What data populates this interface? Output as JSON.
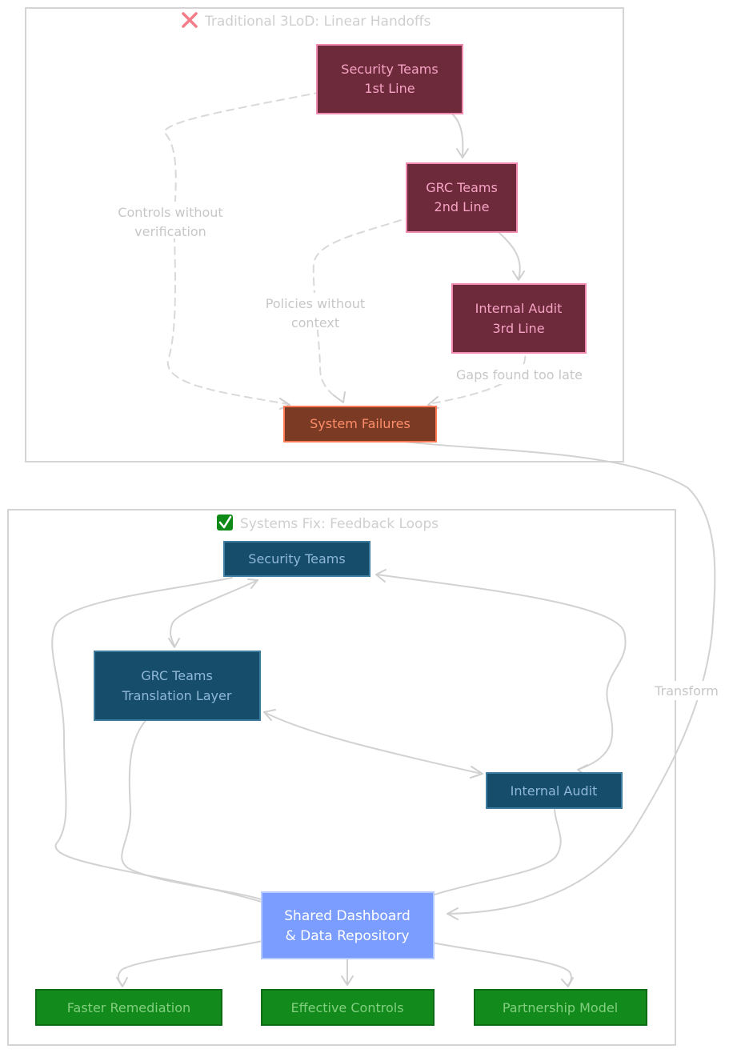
{
  "clusters": {
    "traditional": {
      "title": "Traditional 3LoD: Linear Handoffs",
      "marker": "❌"
    },
    "systems": {
      "title": "Systems Fix: Feedback Loops",
      "marker": "✅"
    }
  },
  "nodes": {
    "security_1st": {
      "line1": "Security Teams",
      "line2": "1st Line"
    },
    "grc_2nd": {
      "line1": "GRC Teams",
      "line2": "2nd Line"
    },
    "audit_3rd": {
      "line1": "Internal Audit",
      "line2": "3rd Line"
    },
    "system_failures": {
      "label": "System Failures"
    },
    "security_teams": {
      "label": "Security Teams"
    },
    "grc_translation": {
      "line1": "GRC Teams",
      "line2": "Translation Layer"
    },
    "internal_audit": {
      "label": "Internal Audit"
    },
    "dashboard": {
      "line1": "Shared Dashboard",
      "line2": "& Data Repository"
    },
    "faster_remediation": {
      "label": "Faster Remediation"
    },
    "effective_controls": {
      "label": "Effective Controls"
    },
    "partnership_model": {
      "label": "Partnership Model"
    }
  },
  "edge_labels": {
    "controls_without_verification": {
      "line1": "Controls without",
      "line2": "verification"
    },
    "policies_without_context": {
      "line1": "Policies without",
      "line2": "context"
    },
    "gaps_found_too_late": "Gaps found too late",
    "transform": "Transform"
  },
  "colors": {
    "traditional_node_fill": "#6c2a3a",
    "traditional_node_stroke": "#f08ab0",
    "failure_fill": "#7a3a24",
    "systems_node_fill": "#154d6b",
    "hub_fill": "#7a9dff",
    "outcome_fill": "#138a1c",
    "edge": "#d2d2d2"
  }
}
